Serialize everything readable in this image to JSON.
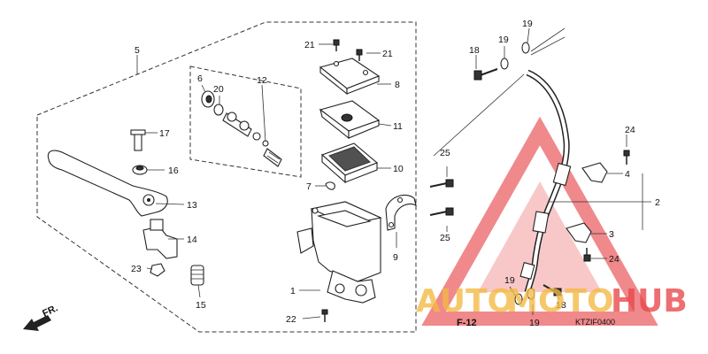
{
  "diagram": {
    "callouts": {
      "c1": "1",
      "c2": "2",
      "c3": "3",
      "c4": "4",
      "c5": "5",
      "c6": "6",
      "c7": "7",
      "c8": "8",
      "c9": "9",
      "c10": "10",
      "c11": "11",
      "c12": "12",
      "c13": "13",
      "c14": "14",
      "c15": "15",
      "c16": "16",
      "c17": "17",
      "c18a": "18",
      "c18b": "18",
      "c19a": "19",
      "c19b": "19",
      "c19c": "19",
      "c19d": "19",
      "c20": "20",
      "c21a": "21",
      "c21b": "21",
      "c22": "22",
      "c23": "23",
      "c24a": "24",
      "c24b": "24",
      "c25a": "25",
      "c25b": "25"
    },
    "front_marker": "FR.",
    "ref_label": "F-12",
    "drawing_code": "KTZIF0400"
  },
  "watermark": {
    "text_auto": "AUTO",
    "text_moto": "MOTO",
    "text_hub": "HUB",
    "colors": {
      "red": "#e8474a",
      "gold": "#f4b942"
    }
  }
}
